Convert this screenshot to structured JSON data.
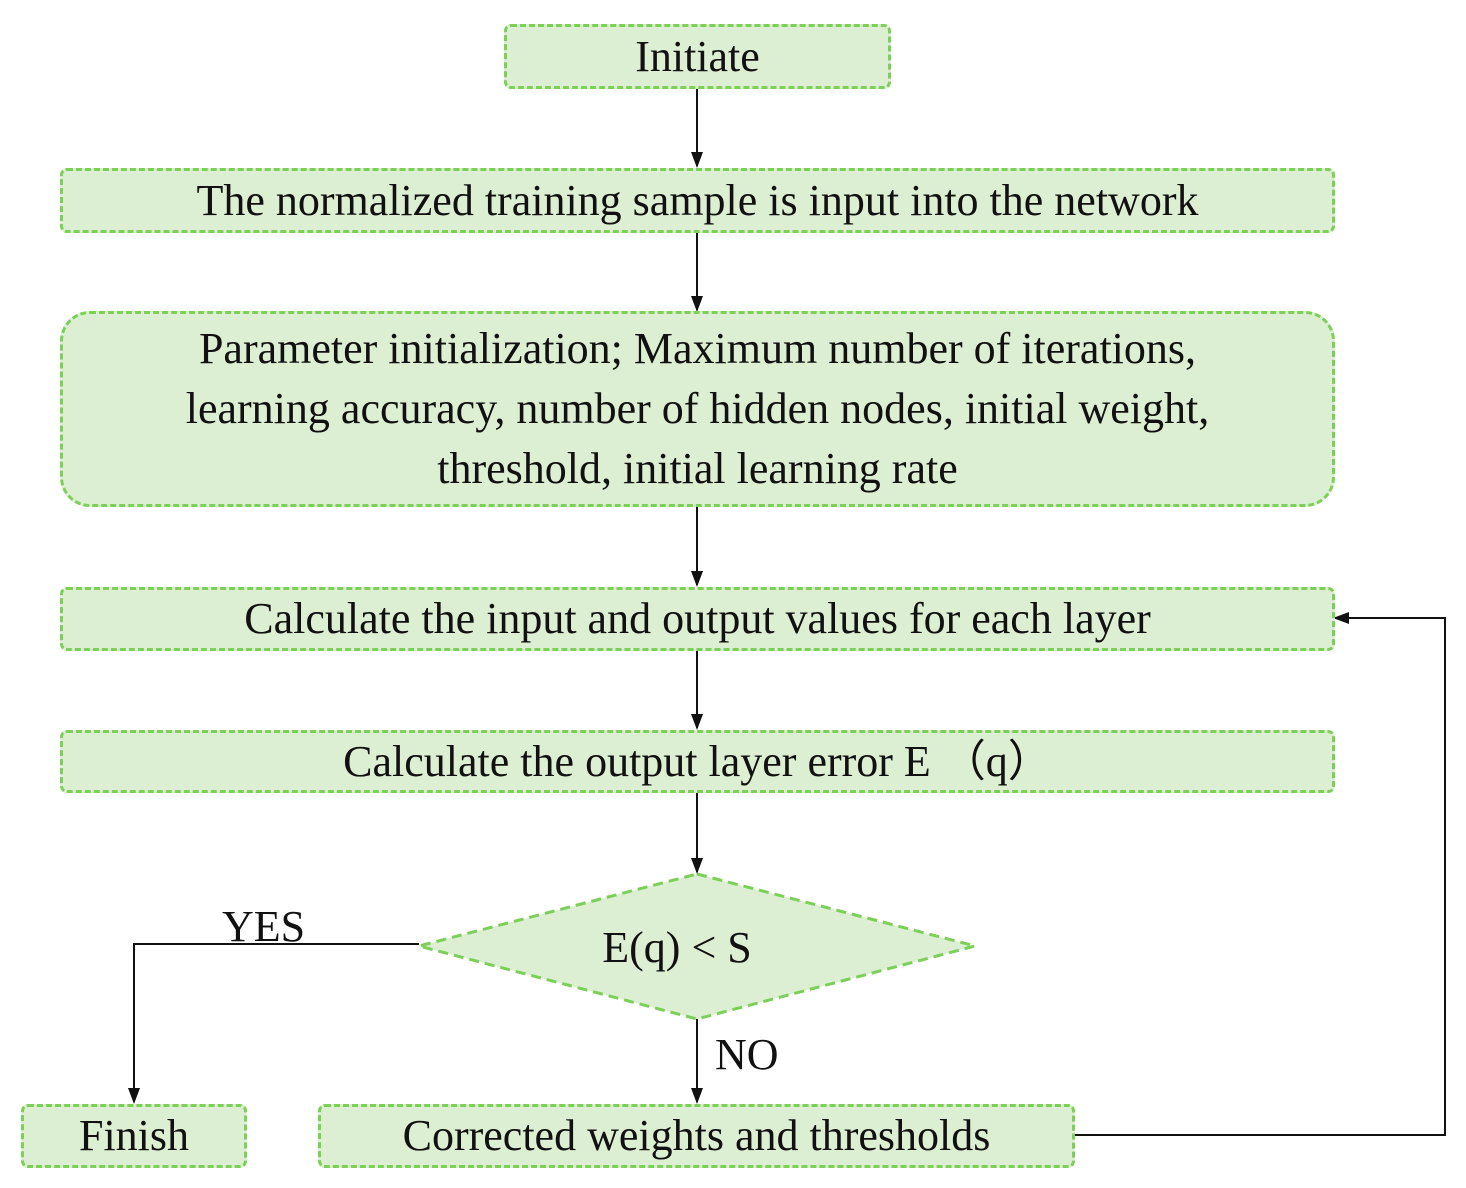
{
  "nodes": {
    "initiate": "Initiate",
    "input_sample": "The normalized training sample is input into the network",
    "param_init": [
      "Parameter initialization; Maximum number of iterations,",
      "learning accuracy, number of hidden nodes, initial weight,",
      "threshold, initial learning rate"
    ],
    "calc_layers": "Calculate the input and output values for each layer",
    "calc_error": "Calculate the output layer error E （q）",
    "decision": "E(q) < S",
    "finish": "Finish",
    "correct": "Corrected weights and thresholds"
  },
  "edge_labels": {
    "yes": "YES",
    "no": "NO"
  },
  "colors": {
    "box_fill": "#dcefd3",
    "box_border": "#7ccf57",
    "arrow": "#111111"
  }
}
